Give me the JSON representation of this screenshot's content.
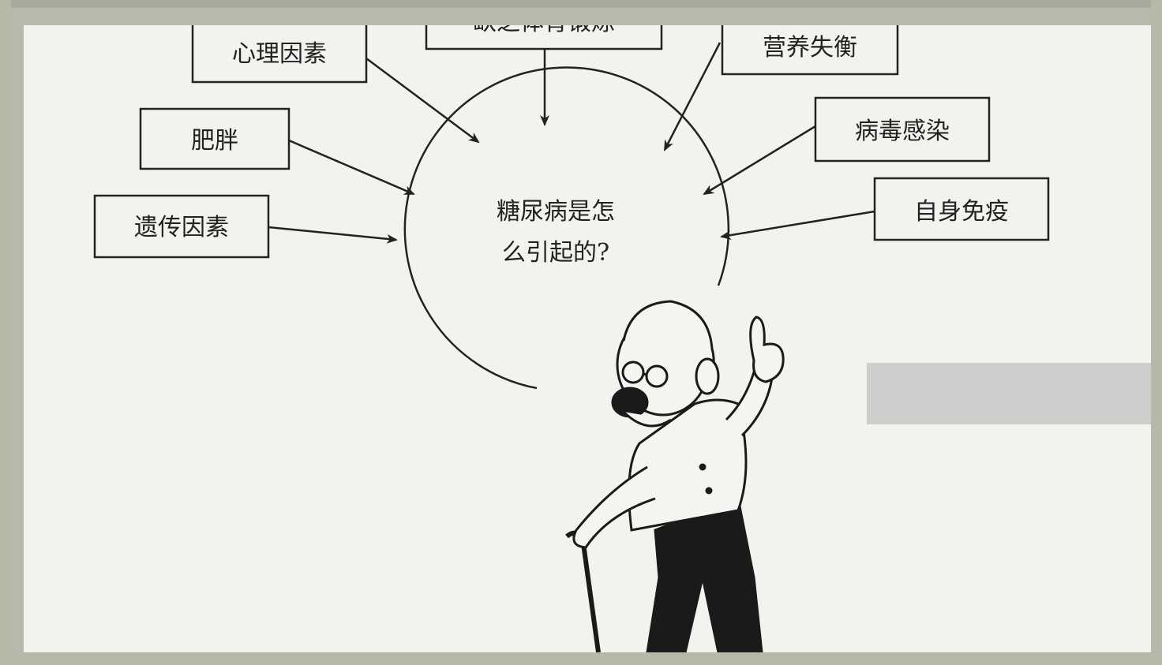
{
  "diagram": {
    "center_line1": "糖尿病是怎",
    "center_line2": "么引起的?",
    "causes": [
      {
        "id": "psychological",
        "label": "心理因素"
      },
      {
        "id": "lack-exercise",
        "label": "缺乏体育锻炼"
      },
      {
        "id": "nutrition",
        "label": "营养失衡"
      },
      {
        "id": "obesity",
        "label": "肥胖"
      },
      {
        "id": "virus",
        "label": "病毒感染"
      },
      {
        "id": "genetic",
        "label": "遗传因素"
      },
      {
        "id": "autoimmune",
        "label": "自身免疫"
      }
    ]
  },
  "colors": {
    "paper": "#f2f2ee",
    "ink": "#222222",
    "frame": "#b8b8a8"
  },
  "icons": {
    "illustration": "old-man-with-cane-icon"
  }
}
